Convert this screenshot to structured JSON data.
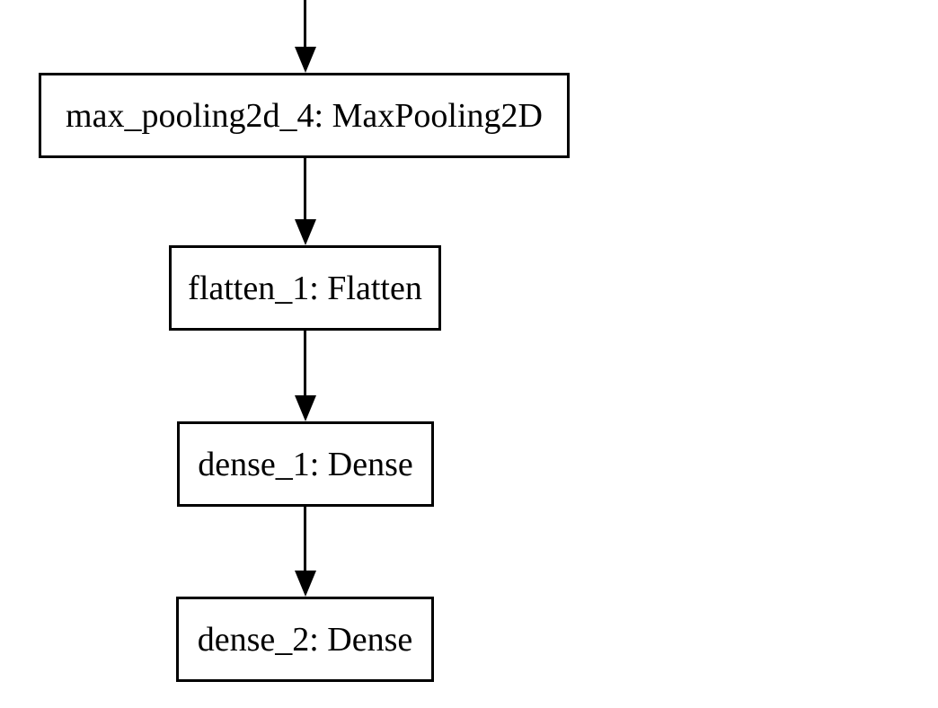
{
  "diagram": {
    "kind": "neural-network-layer-flowchart",
    "background_color": "#ffffff",
    "node_fill_color": "#ffffff",
    "node_border_color": "#000000",
    "edge_color": "#000000",
    "text_color": "#000000",
    "nodes": [
      {
        "label": "max_pooling2d_4: MaxPooling2D"
      },
      {
        "label": "flatten_1: Flatten"
      },
      {
        "label": "dense_1: Dense"
      },
      {
        "label": "dense_2: Dense"
      }
    ],
    "edges": [
      {
        "from": "offscreen-above",
        "to": "max_pooling2d_4: MaxPooling2D"
      },
      {
        "from": "max_pooling2d_4: MaxPooling2D",
        "to": "flatten_1: Flatten"
      },
      {
        "from": "flatten_1: Flatten",
        "to": "dense_1: Dense"
      },
      {
        "from": "dense_1: Dense",
        "to": "dense_2: Dense"
      }
    ]
  }
}
